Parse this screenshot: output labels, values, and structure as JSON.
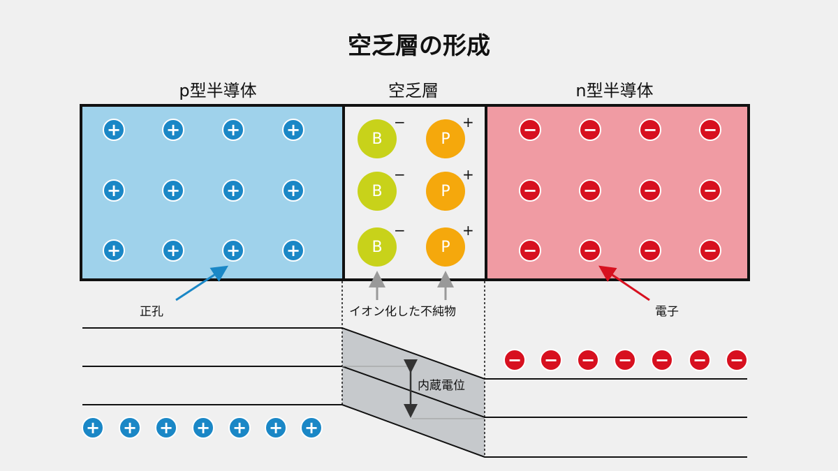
{
  "title": "空乏層の形成",
  "regions": {
    "p": "p型半導体",
    "depletion": "空乏層",
    "n": "n型半導体"
  },
  "ions": {
    "b_label": "B",
    "p_label": "P",
    "b_sign": "−",
    "p_sign": "+"
  },
  "carriers": {
    "hole_sign": "+",
    "electron_sign": "−"
  },
  "annotations": {
    "hole": "正孔",
    "ionized_impurity": "イオン化した不純物",
    "electron": "電子",
    "built_in_potential": "内蔵電位"
  },
  "colors": {
    "p_region": "#9fd2eb",
    "depletion_region": "#f0f0f0",
    "n_region": "#f09ba3",
    "hole": "#1a87c6",
    "electron": "#d7101f",
    "ion_b": "#c8d21a",
    "ion_p": "#f5a80c",
    "band_shade": "#c6c9cc",
    "hole_arrow": "#1a87c6",
    "electron_arrow": "#d7101f"
  }
}
